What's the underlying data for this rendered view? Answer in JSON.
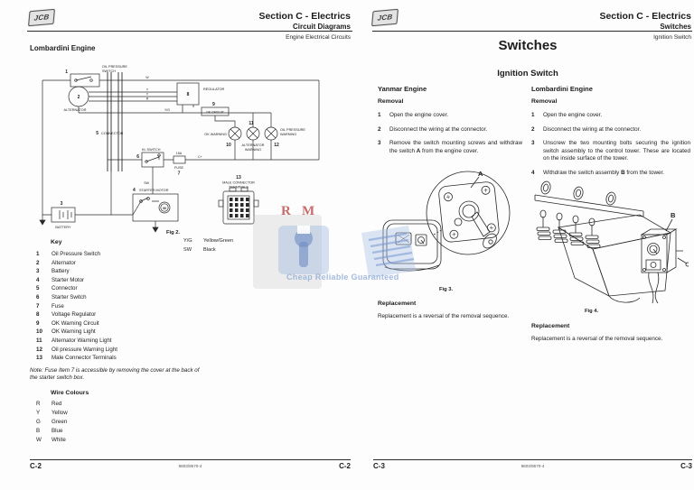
{
  "watermark": {
    "letter_r": "R",
    "letter_m": "M",
    "caption": "Cheap Reliable Guaranteed"
  },
  "left_page": {
    "logo_text": "JCB",
    "header": {
      "section": "Section C - Electrics",
      "subsection": "Circuit Diagrams",
      "topic": "Engine Electrical Circuits"
    },
    "title": "Lombardini Engine",
    "diagram": {
      "fig_caption": "Fig 2.",
      "wire_key": [
        {
          "code": "Y/G",
          "name": "Yellow/Green"
        },
        {
          "code": "SW",
          "name": "Black"
        }
      ],
      "labels": {
        "n1": "1",
        "oil_sw_l1": "OIL PRESSURE",
        "oil_sw_l2": "SWITCH",
        "n2": "2",
        "alternator": "ALTERNATOR",
        "n3": "3",
        "battery": "BATTERY",
        "n4": "4",
        "starter_motor": "STARTER MOTOR",
        "n5": "5",
        "connector": "CONNECTOR",
        "n6": "6",
        "switch": "KL SWITCH",
        "n7": "7",
        "fuse": "FUSE",
        "fuse_rating": "15A",
        "n8": "8",
        "regulator": "REGULATOR",
        "n9": "9",
        "ok_circuit": "OK CIRCUIT",
        "n10": "10",
        "ok_warning": "OK WARNING",
        "n11": "11",
        "alt_warn_l1": "ALTERNATOR",
        "alt_warn_l2": "WARNING",
        "n12": "12",
        "oil_warn_l1": "OIL PRESSURE",
        "oil_warn_l2": "WARNING",
        "n13": "13",
        "male_conn_l1": "MALE CONNECTOR",
        "male_conn_l2": "TERMINALS",
        "motor": "M",
        "wire_w": "W",
        "wire_y1": "Y",
        "wire_y2": "Y",
        "wire_r": "R",
        "wire_yg": "Y/G",
        "wire_sw": "SW",
        "wire_cplus": "C+"
      }
    },
    "key": {
      "heading": "Key",
      "items": [
        {
          "no": "1",
          "label": "Oil Pressure Switch"
        },
        {
          "no": "2",
          "label": "Alternator"
        },
        {
          "no": "3",
          "label": "Battery"
        },
        {
          "no": "4",
          "label": "Starter Motor"
        },
        {
          "no": "5",
          "label": "Connector"
        },
        {
          "no": "6",
          "label": "Starter Switch"
        },
        {
          "no": "7",
          "label": "Fuse"
        },
        {
          "no": "8",
          "label": "Voltage Regulator"
        },
        {
          "no": "9",
          "label": "OK Warning Circuit"
        },
        {
          "no": "10",
          "label": "OK Warning Light"
        },
        {
          "no": "11",
          "label": "Alternator Warning Light"
        },
        {
          "no": "12",
          "label": "Oil pressure Warning Light"
        },
        {
          "no": "13",
          "label": "Male Connector Terminals"
        }
      ]
    },
    "note": "Note: Fuse Item 7 is accessible by removing the cover at the back of the starter switch box.",
    "wire_colours": {
      "heading": "Wire Colours",
      "items": [
        {
          "code": "R",
          "name": "Red"
        },
        {
          "code": "Y",
          "name": "Yellow"
        },
        {
          "code": "G",
          "name": "Green"
        },
        {
          "code": "B",
          "name": "Blue"
        },
        {
          "code": "W",
          "name": "White"
        }
      ]
    },
    "footer": {
      "left": "C-2",
      "center": "9803/9570-4",
      "right": "C-2"
    }
  },
  "right_page": {
    "logo_text": "JCB",
    "header": {
      "section": "Section C - Electrics",
      "subsection": "Switches",
      "topic": "Ignition Switch"
    },
    "title": "Switches",
    "subtitle": "Ignition Switch",
    "yanmar": {
      "heading": "Yanmar Engine",
      "removal_heading": "Removal",
      "steps": [
        {
          "no": "1",
          "pre": "Open the engine cover.",
          "callout": "",
          "post": ""
        },
        {
          "no": "2",
          "pre": "Disconnect the wiring at the connector.",
          "callout": "",
          "post": ""
        },
        {
          "no": "3",
          "pre": "Remove the switch mounting screws and withdraw the switch ",
          "callout": "A",
          "post": " from the engine cover."
        }
      ],
      "callout": "A",
      "fig_label": "Fig 3.",
      "replacement_heading": "Replacement",
      "replacement_text": "Replacement is a reversal of the removal sequence."
    },
    "lombardini": {
      "heading": "Lombardini Engine",
      "removal_heading": "Removal",
      "steps": [
        {
          "no": "1",
          "pre": "Open the engine cover.",
          "callout": "",
          "post": ""
        },
        {
          "no": "2",
          "pre": "Disconnect the wiring at the connector.",
          "callout": "",
          "post": ""
        },
        {
          "no": "3",
          "pre": "Unscrew the two mounting bolts securing the ignition switch assembly to the control tower. These are located on the inside surface of the tower.",
          "callout": "",
          "post": ""
        },
        {
          "no": "4",
          "pre": "Withdraw the switch assembly ",
          "callout": "B",
          "post": " from the tower."
        }
      ],
      "callout": "B",
      "fig_label": "Fig 4.",
      "replacement_heading": "Replacement",
      "replacement_text": "Replacement is a reversal of the removal sequence."
    },
    "footer": {
      "left": "C-3",
      "center": "9803/9570-4",
      "right": "C-3"
    }
  }
}
